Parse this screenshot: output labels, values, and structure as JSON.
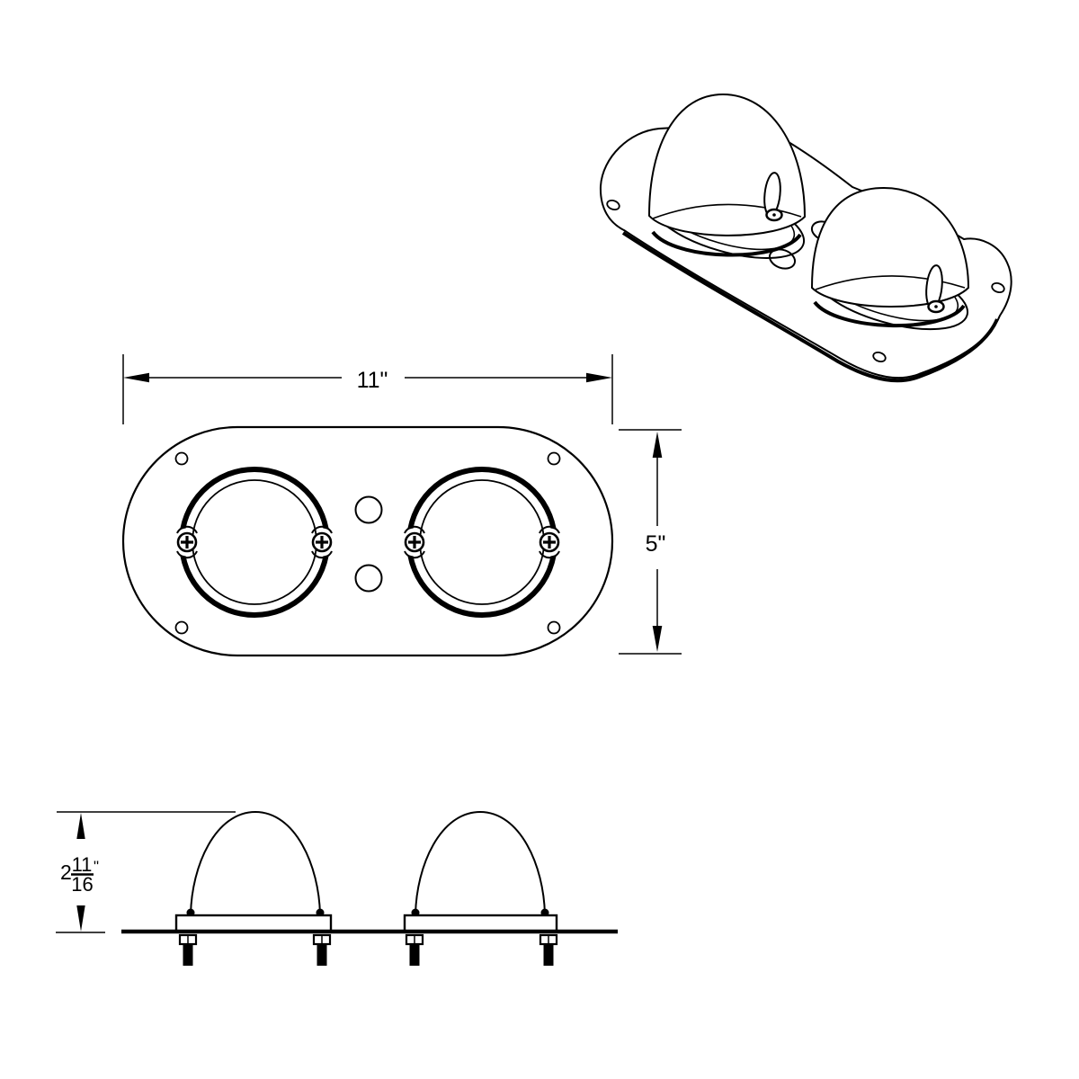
{
  "colors": {
    "line": "#000000",
    "background": "#ffffff"
  },
  "plan_view": {
    "width_label": "11\"",
    "height_label": "5\""
  },
  "side_view": {
    "height_whole": "2",
    "height_frac_numerator": "11",
    "height_frac_denominator": "16",
    "height_unit": "\""
  }
}
